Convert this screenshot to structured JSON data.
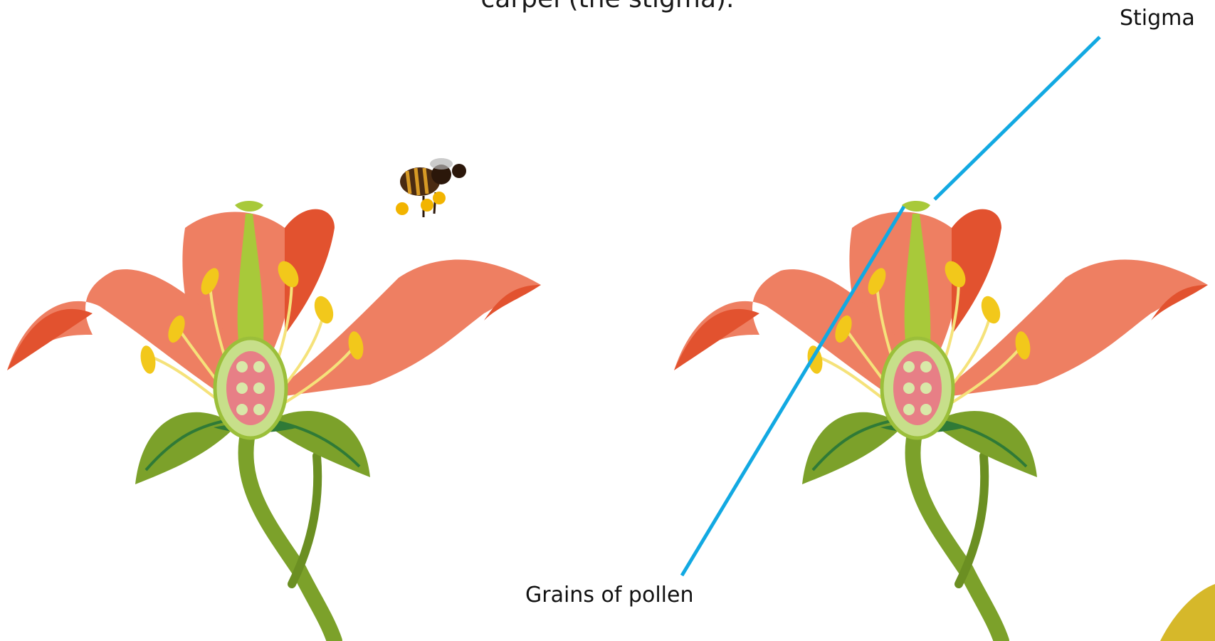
{
  "caption": "carpel (the stigma).",
  "labels": {
    "stigma": "Stigma",
    "pollen": "Grains of pollen"
  },
  "colors": {
    "petal": "#ee7f62",
    "petal_dark": "#e2522f",
    "stem": "#7ca12a",
    "leaf_dark": "#2f7a37",
    "anther": "#f2c81b",
    "ovary_outer": "#c7df8a",
    "ovary_inner": "#e77f86",
    "pointer_line": "#12a9e2",
    "pollen": "#f2b400"
  }
}
